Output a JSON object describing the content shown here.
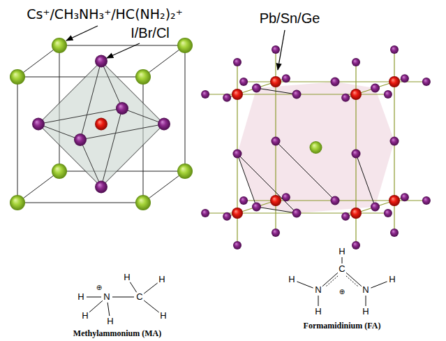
{
  "diagram": {
    "labels": [
      "Cs⁺/CH₃NH₃⁺/HC(NH₂)₂⁺",
      "I/Br/Cl",
      "Pb/Sn/Ge",
      "H",
      "H",
      "⊕",
      "N",
      "C",
      "H",
      "H",
      "H",
      "H",
      "Methylammonium (MA)",
      "H",
      "C",
      "⊕",
      "N",
      "N",
      "H",
      "H",
      "H",
      "H",
      "Formamidinium (FA)"
    ]
  }
}
